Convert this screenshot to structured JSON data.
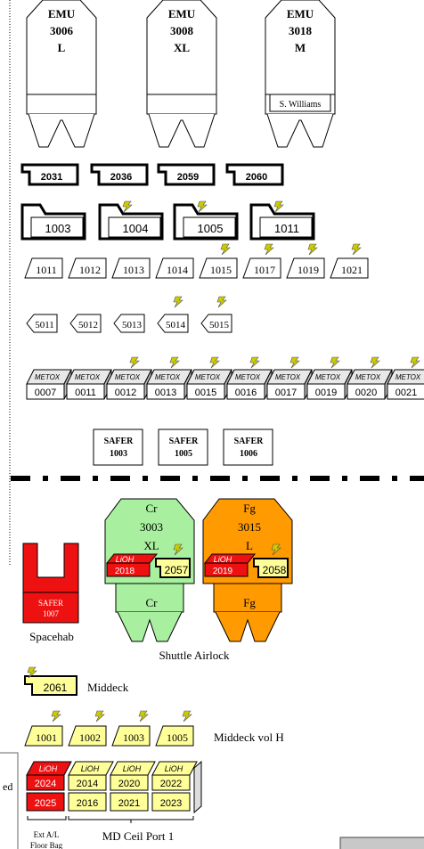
{
  "emus": [
    {
      "label1": "EMU",
      "label2": "3006",
      "label3": "L",
      "crew": ""
    },
    {
      "label1": "EMU",
      "label2": "3008",
      "label3": "XL",
      "crew": ""
    },
    {
      "label1": "EMU",
      "label2": "3018",
      "label3": "M",
      "crew": "S. Williams"
    }
  ],
  "tags_small": [
    "2031",
    "2036",
    "2059",
    "2060"
  ],
  "tags_large": [
    "1003",
    "1004",
    "1005",
    "1011"
  ],
  "batteries": [
    "1011",
    "1012",
    "1013",
    "1014",
    "1015",
    "1017",
    "1019",
    "1021"
  ],
  "helmet_lights": [
    "5011",
    "5012",
    "5013",
    "5014",
    "5015"
  ],
  "metox_label": "METOX",
  "metox": [
    "0007",
    "0011",
    "0012",
    "0013",
    "0015",
    "0016",
    "0017",
    "0019",
    "0020",
    "0021"
  ],
  "safer_top": [
    {
      "title": "SAFER",
      "id": "1003"
    },
    {
      "title": "SAFER",
      "id": "1005"
    },
    {
      "title": "SAFER",
      "id": "1006"
    }
  ],
  "airlock": {
    "suit_cr": {
      "l1": "Cr",
      "l2": "3003",
      "l3": "XL",
      "lower": "Cr",
      "lioh": "LiOH",
      "lioh_id": "2018",
      "tag": "2057"
    },
    "suit_fg": {
      "l1": "Fg",
      "l2": "3015",
      "l3": "L",
      "lower": "Fg",
      "lioh": "LiOH",
      "lioh_id": "2019",
      "tag": "2058"
    },
    "caption": "Shuttle Airlock"
  },
  "spacehab": {
    "title": "SAFER",
    "id": "1007",
    "caption": "Spacehab"
  },
  "middeck": {
    "tag": "2061",
    "caption": "Middeck"
  },
  "middeck_vol_h": {
    "items": [
      "1001",
      "1002",
      "1003",
      "1005"
    ],
    "caption": "Middeck vol H"
  },
  "ceiling": {
    "top_label": "LiOH",
    "top": [
      "2024",
      "2014",
      "2020",
      "2022"
    ],
    "bottom": [
      "2025",
      "2016",
      "2021",
      "2023"
    ],
    "caption_left_1": "Ext A/L",
    "caption_left_2": "Floor Bag",
    "caption_right": "MD Ceil Port 1"
  },
  "cut_text": "ed",
  "colors": {
    "green": "#a8f0a0",
    "orange": "#ff9a00",
    "red": "#ee1111",
    "yellow": "#ffff99",
    "bolt": "#cccc00"
  }
}
